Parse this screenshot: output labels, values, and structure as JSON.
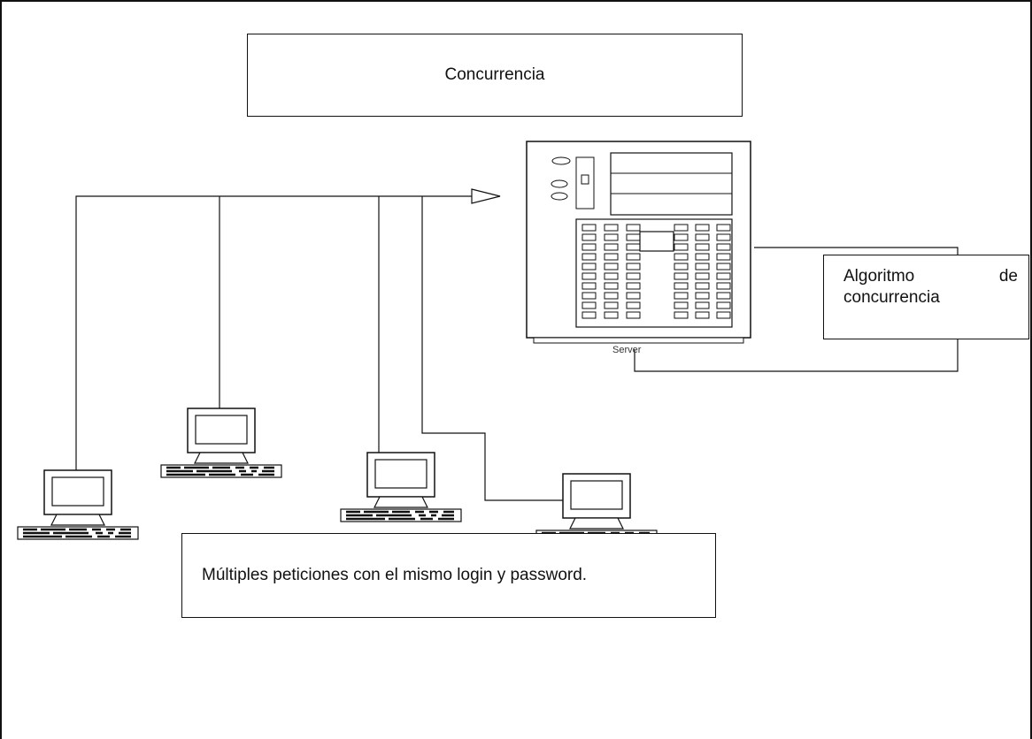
{
  "diagram": {
    "title": "Concurrencia",
    "server_label": "Server",
    "algorithm_box": {
      "line1_left": "Algoritmo",
      "line1_right": "de",
      "line2": "concurrencia"
    },
    "requests_box": "Múltiples peticiones con el mismo login y password."
  }
}
